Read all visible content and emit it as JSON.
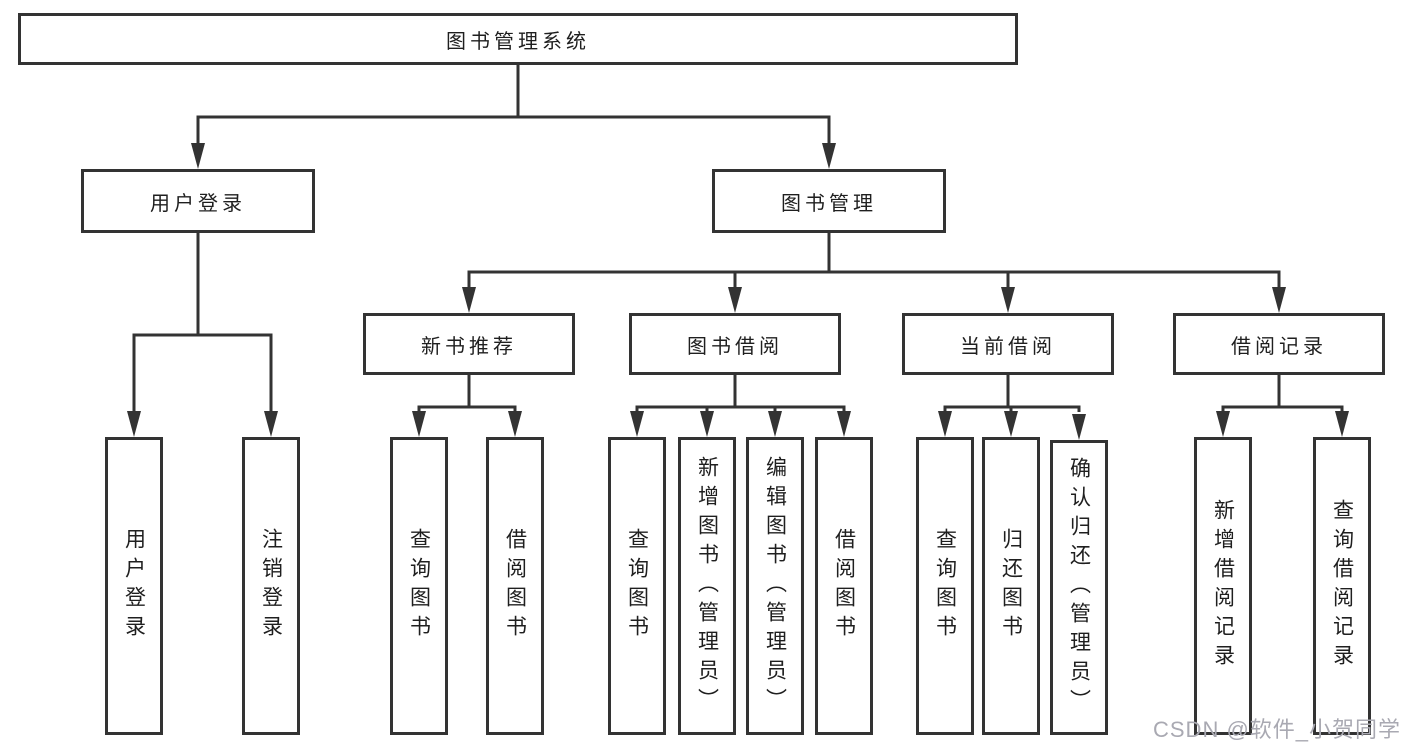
{
  "colors": {
    "line": "#333333",
    "text": "#1f1f1f",
    "bg": "#ffffff",
    "watermark": "#a9a9b2"
  },
  "watermark": {
    "text": "CSDN @软件_小贺同学"
  },
  "root": {
    "label": "图书管理系统"
  },
  "branches": [
    {
      "label": "用户登录",
      "leaves": [
        {
          "label": "用户登录"
        },
        {
          "label": "注销登录"
        }
      ]
    },
    {
      "label": "图书管理",
      "children": [
        {
          "label": "新书推荐",
          "leaves": [
            {
              "label": "查询图书"
            },
            {
              "label": "借阅图书"
            }
          ]
        },
        {
          "label": "图书借阅",
          "leaves": [
            {
              "label": "查询图书"
            },
            {
              "label": "新增图书（管理员）"
            },
            {
              "label": "编辑图书（管理员）"
            },
            {
              "label": "借阅图书"
            }
          ]
        },
        {
          "label": "当前借阅",
          "leaves": [
            {
              "label": "查询图书"
            },
            {
              "label": "归还图书"
            },
            {
              "label": "确认归还（管理员）"
            }
          ]
        },
        {
          "label": "借阅记录",
          "leaves": [
            {
              "label": "新增借阅记录"
            },
            {
              "label": "查询借阅记录"
            }
          ]
        }
      ]
    }
  ]
}
